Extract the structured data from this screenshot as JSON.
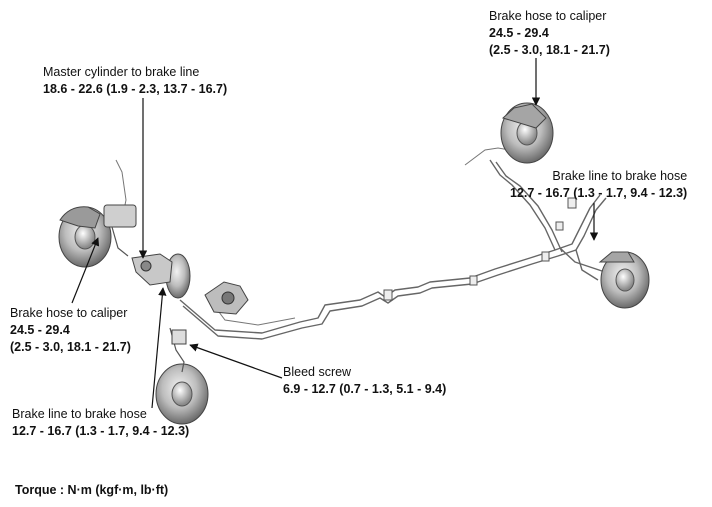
{
  "callouts": {
    "hose_rear_caliper": {
      "name": "Brake hose to caliper",
      "line1": "24.5 - 29.4",
      "line2": "(2.5 - 3.0, 18.1 - 21.7)"
    },
    "master_cylinder": {
      "name": "Master cylinder to brake line",
      "line1": "18.6 - 22.6 (1.9 - 2.3, 13.7 - 16.7)"
    },
    "line_rear_hose": {
      "name": "Brake line to brake hose",
      "line1": "12.7 - 16.7 (1.3 - 1.7, 9.4 - 12.3)"
    },
    "hose_front_caliper": {
      "name": "Brake hose to caliper",
      "line1": "24.5 - 29.4",
      "line2": "(2.5 - 3.0, 18.1 - 21.7)"
    },
    "bleed_screw": {
      "name": "Bleed screw",
      "line1": "6.9 - 12.7 (0.7 - 1.3, 5.1 - 9.4)"
    },
    "line_front_hose": {
      "name": "Brake line to brake hose",
      "line1": "12.7 - 16.7 (1.3 - 1.7, 9.4 - 12.3)"
    }
  },
  "torque_unit": "Torque : N·m (kgf·m, lb·ft)",
  "colors": {
    "ink": "#111111",
    "metal_dark": "#555555",
    "metal_light": "#d8d8d8"
  }
}
